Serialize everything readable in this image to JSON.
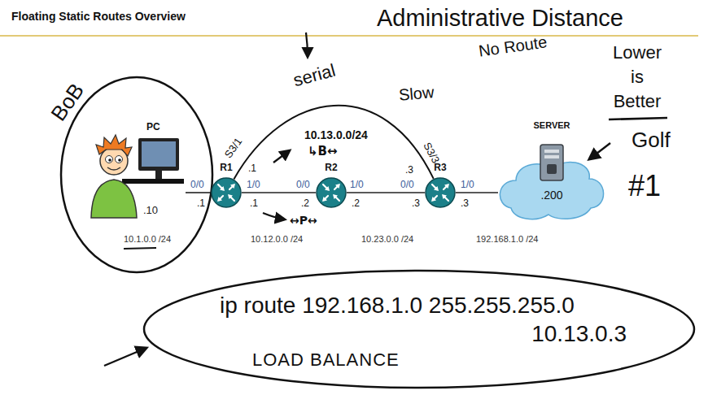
{
  "diagram": {
    "title": "Floating Static Routes Overview",
    "nodes": [
      {
        "text": [
          "BoB"
        ]
      },
      {
        "text": [
          "PC",
          ".10"
        ],
        "in": 0
      },
      {
        "text": [
          "R1"
        ]
      },
      {
        "text": [
          "R2"
        ]
      },
      {
        "text": [
          "R3"
        ]
      },
      {
        "text": [
          "SERVER",
          ".200"
        ]
      },
      {
        "text": [
          "ip route 192.168.1.0 255.255.255.0 10.13.0.3",
          "LOAD BALANCE"
        ]
      }
    ],
    "edges": [
      {
        "from": 1,
        "to": 2,
        "arrow": "none"
      },
      {
        "from": 2,
        "to": 3,
        "arrow": "none"
      },
      {
        "from": 3,
        "to": 4,
        "arrow": "none"
      },
      {
        "from": 4,
        "to": 5,
        "arrow": "none"
      },
      {
        "from": 2,
        "to": 4,
        "label": "10.13.0.0/24",
        "arrow": "none"
      }
    ],
    "labels": [
      "Administrative Distance",
      "No Route",
      "Lower is Better",
      "Golf",
      "#1",
      "serial",
      "Slow",
      "↳B↔",
      "↔P↔",
      "S3/1",
      ".1",
      "S3/3",
      ".3",
      "0/0",
      ".1",
      "1/0",
      ".1",
      "0/0",
      ".2",
      "1/0",
      ".2",
      "0/0",
      ".3",
      "1/0",
      ".3",
      "10.1.0.0 /24",
      "10.12.0.0 /24",
      "10.23.0.0 /24",
      "192.168.1.0 /24"
    ]
  }
}
